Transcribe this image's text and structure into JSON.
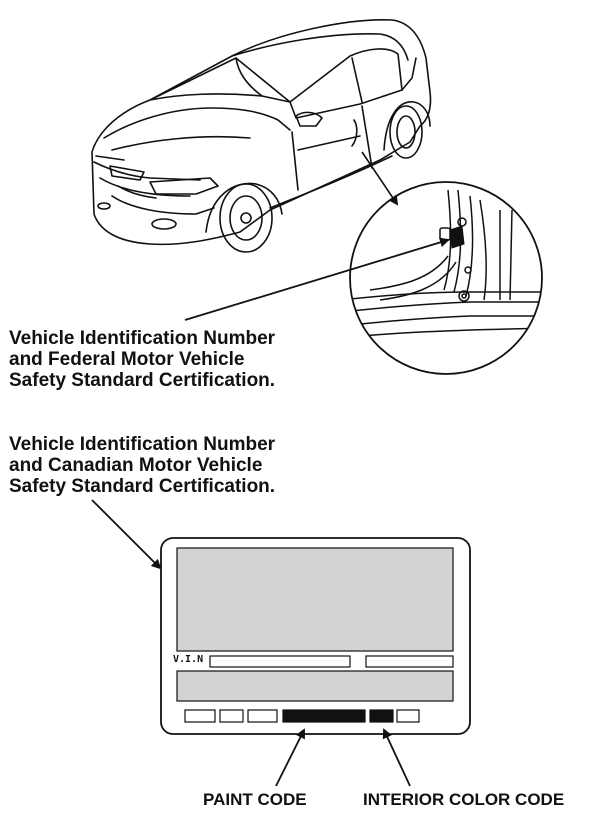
{
  "captions": {
    "federal": [
      "Vehicle Identification Number",
      "and Federal Motor Vehicle",
      "Safety Standard Certification."
    ],
    "canadian": [
      "Vehicle Identification Number",
      "and Canadian Motor Vehicle",
      "Safety Standard Certification."
    ]
  },
  "label": {
    "vin_text": "V.I.N"
  },
  "codes": {
    "paint": "PAINT CODE",
    "interior": "INTERIOR COLOR CODE"
  },
  "colors": {
    "line": "#111111",
    "label_fill": "#d3d3d3",
    "code_fill": "#111111"
  }
}
